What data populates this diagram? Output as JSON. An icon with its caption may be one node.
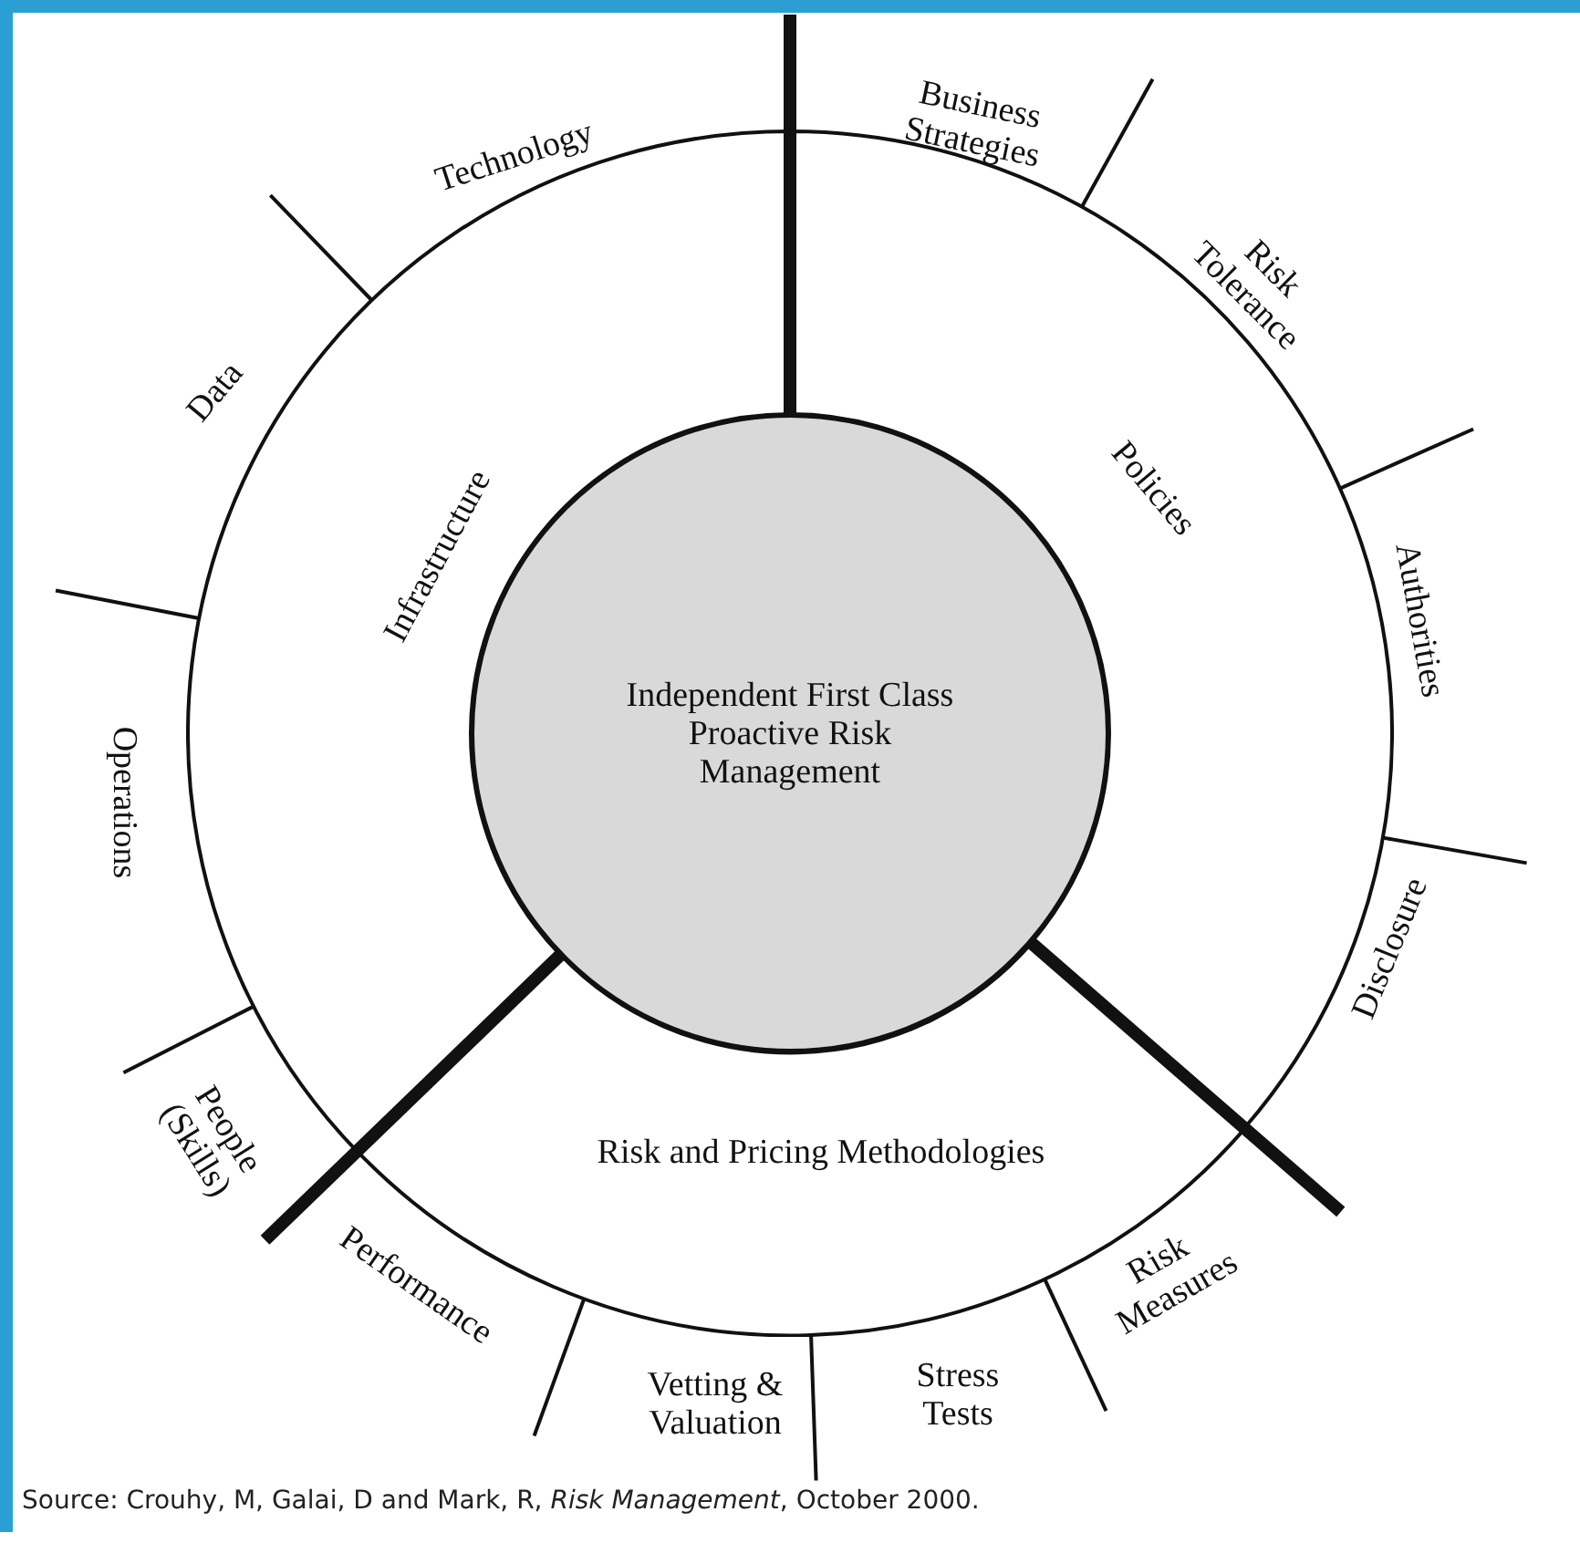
{
  "diagram": {
    "caption": "Source: Crouhy, M, Galai, D and Mark, R, *Risk Management*, October 2000.",
    "nodes": [
      {
        "text": [
          "Policies"
        ]
      },
      {
        "text": [
          "Risk and Pricing Methodologies"
        ]
      },
      {
        "text": [
          "Infrastructure"
        ]
      },
      {
        "text": [
          "Independent First Class Proactive Risk Management"
        ]
      }
    ],
    "labels": [
      "Business Strategies",
      "Technology",
      "Risk Tolerance",
      "Data",
      "Authorities",
      "Operations",
      "Disclosure",
      "People (Skills)",
      "Performance",
      "Risk Measures",
      "Vetting & Valuation",
      "Stress Tests"
    ]
  }
}
